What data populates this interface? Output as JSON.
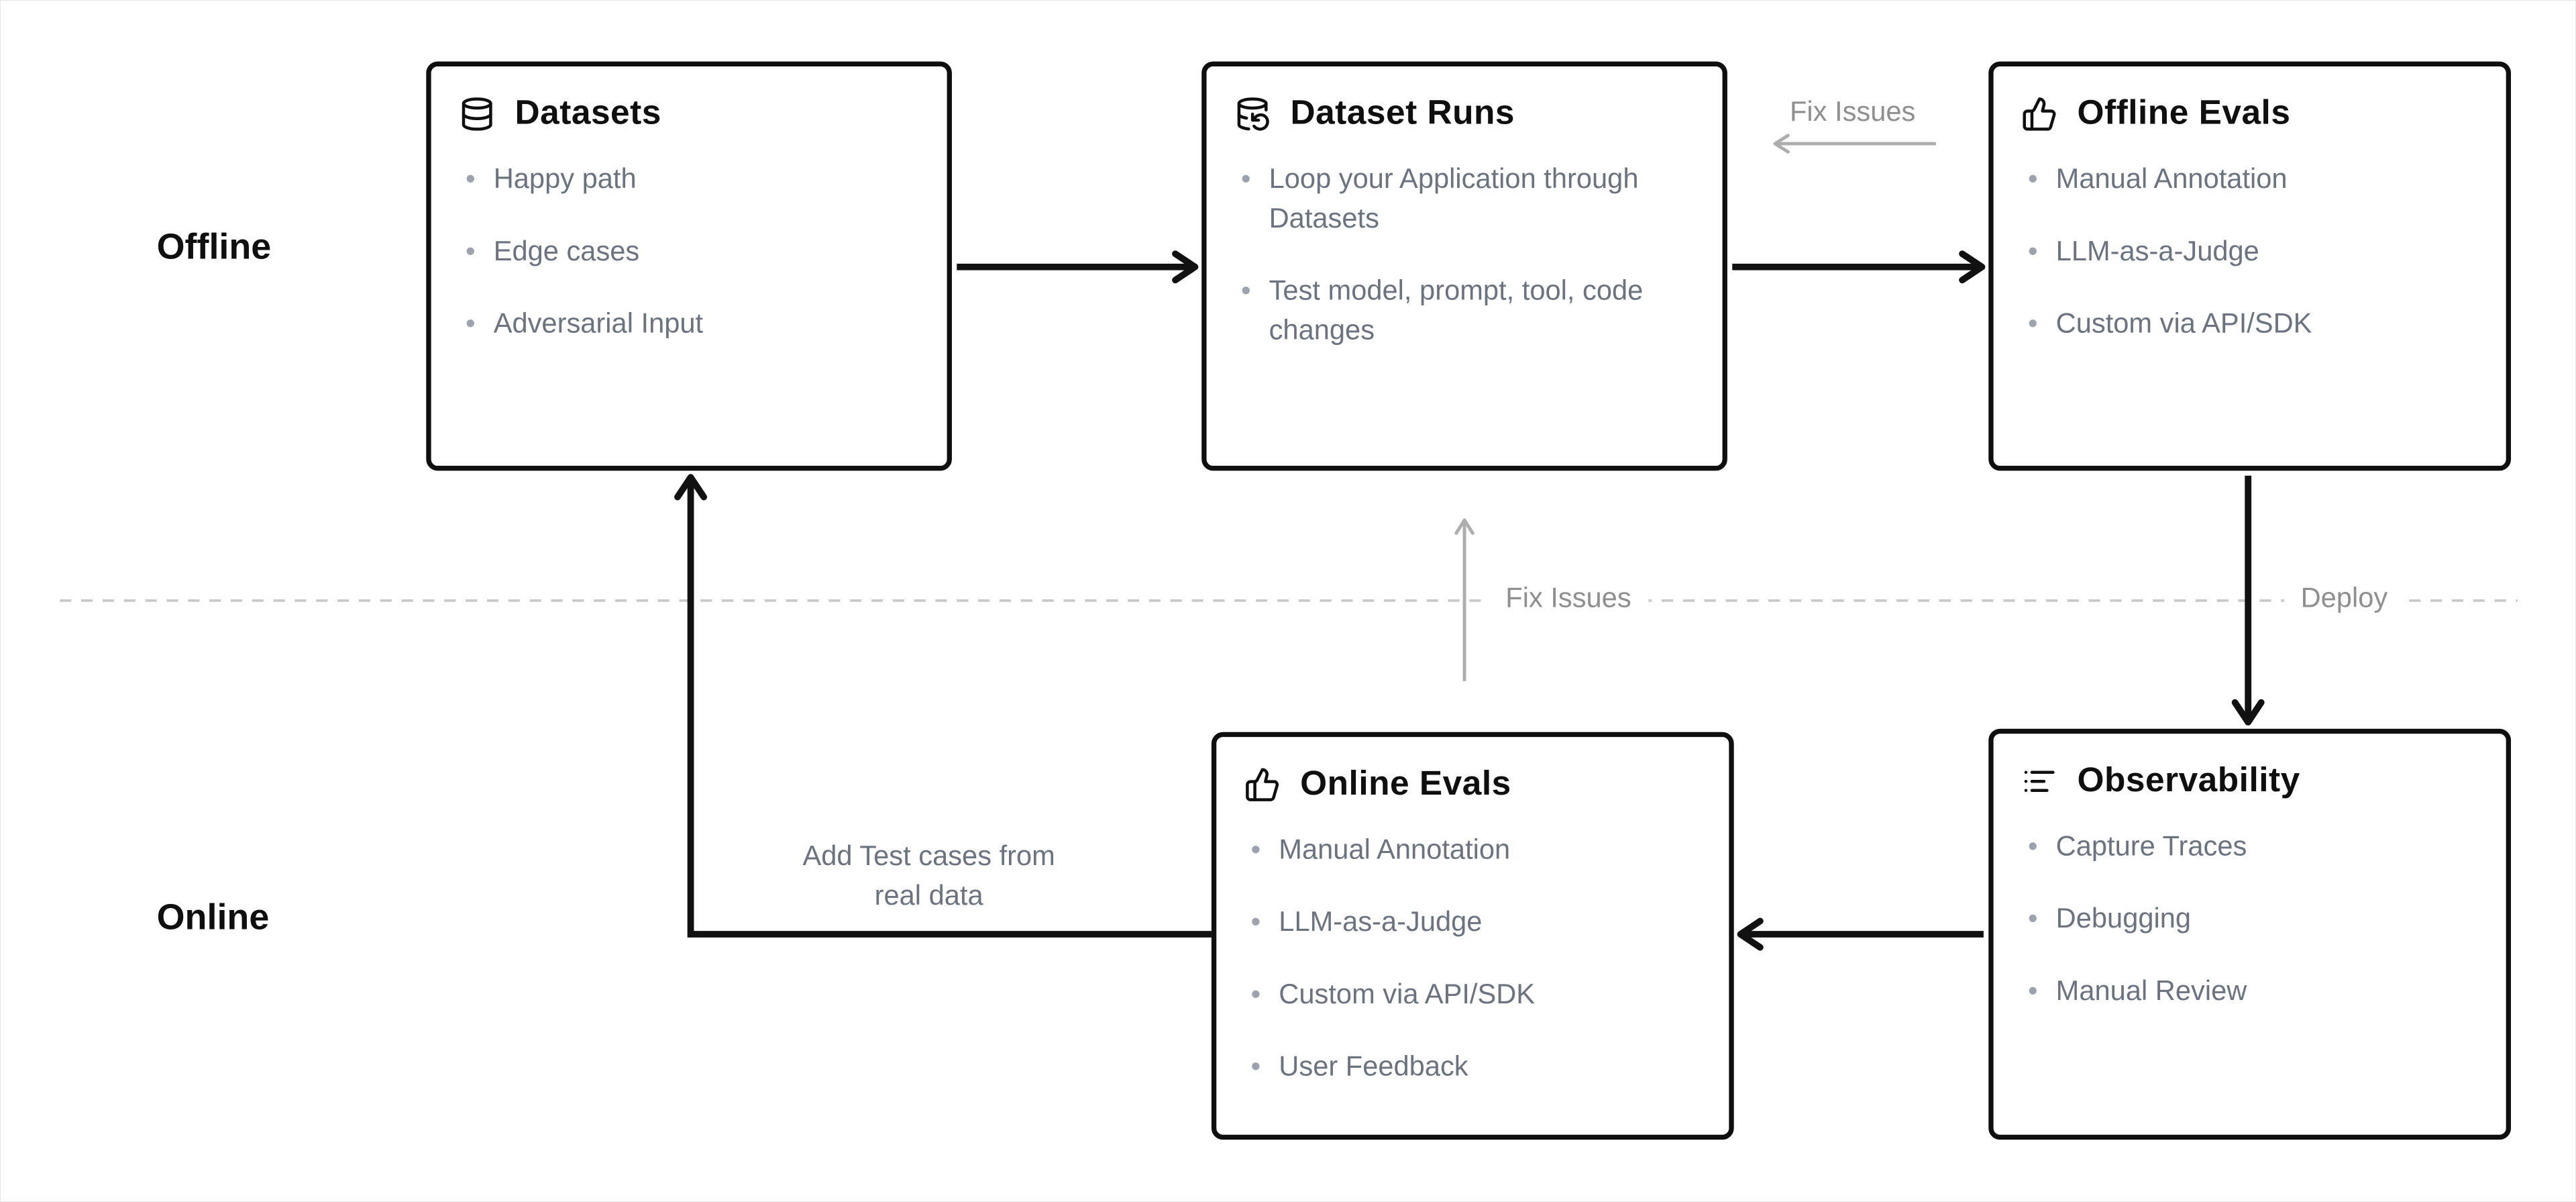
{
  "row_labels": {
    "offline": "Offline",
    "online": "Online"
  },
  "boxes": [
    {
      "title": "Datasets",
      "icon": "database-icon",
      "items": [
        "Happy path",
        "Edge cases",
        "Adversarial Input"
      ]
    },
    {
      "title": "Dataset Runs",
      "icon": "database-backup-icon",
      "items": [
        "Loop your Application through Datasets",
        "Test model, prompt, tool, code changes"
      ]
    },
    {
      "title": "Offline Evals",
      "icon": "thumbs-up-icon",
      "items": [
        "Manual Annotation",
        "LLM-as-a-Judge",
        "Custom via API/SDK"
      ]
    },
    {
      "title": "Online Evals",
      "icon": "thumbs-up-icon",
      "items": [
        "Manual Annotation",
        "LLM-as-a-Judge",
        "Custom via API/SDK",
        "User Feedback"
      ]
    },
    {
      "title": "Observability",
      "icon": "list-icon",
      "items": [
        "Capture Traces",
        "Debugging",
        "Manual Review"
      ]
    }
  ],
  "labels": {
    "fix_issues_top": "Fix Issues",
    "fix_issues_middle": "Fix Issues",
    "deploy": "Deploy",
    "add_test_cases": "Add Test cases from real data"
  },
  "colors": {
    "background": "#ffffff",
    "box_border": "#0f0f0f",
    "title_text": "#0f0f0f",
    "item_text": "#6b7280",
    "bullet": "#9ca3af",
    "muted_label": "#8f8f8f",
    "arrow": "#111111",
    "muted_arrow": "#adadad",
    "divider": "#c9c9c9"
  }
}
